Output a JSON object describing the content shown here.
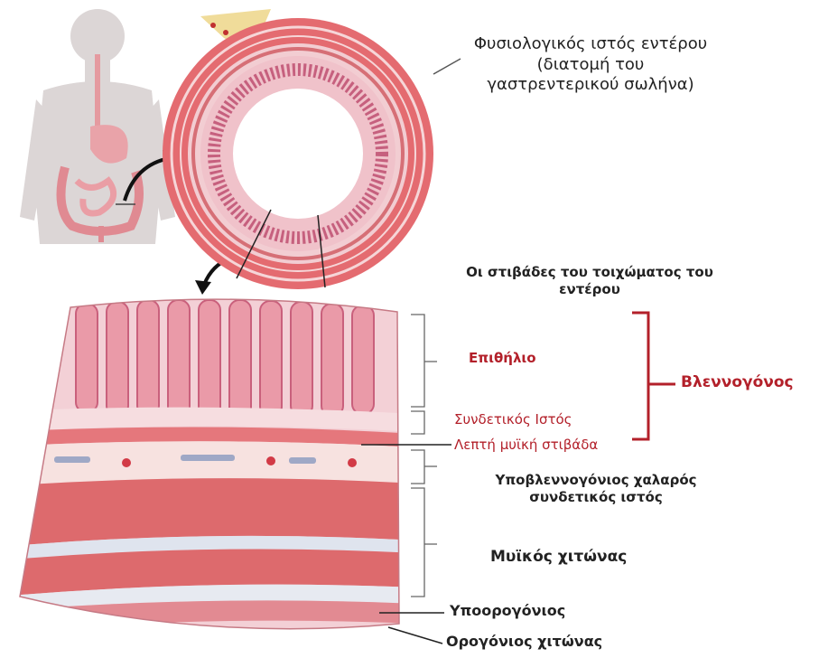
{
  "colors": {
    "accent_red": "#b3202a",
    "text": "#222222",
    "tissue_light": "#f2c8cf",
    "tissue_mid": "#e89aa2",
    "muscle": "#d85e63",
    "skin": "#d9d3d3"
  },
  "labels": {
    "cross_section_title": "Φυσιολογικός ιστός εντέρου (διατομή του γαστρεντερικού σωλήνα)",
    "layers_title": "Οι στιβάδες του τοιχώματος του εντέρου",
    "epithelium": "Επιθήλιο",
    "connective_tissue": "Συνδετικός Ιστός",
    "muscularis_mucosae": "Λεπτή μυϊκή στιβάδα",
    "mucosa": "Βλεννογόνος",
    "submucosa": "Υποβλεννογόνιος χαλαρός συνδετικός ιστός",
    "muscularis": "Μυϊκός χιτώνας",
    "subserosa": "Υποορογόνιος",
    "serosa": "Ορογόνιος χιτώνας"
  }
}
